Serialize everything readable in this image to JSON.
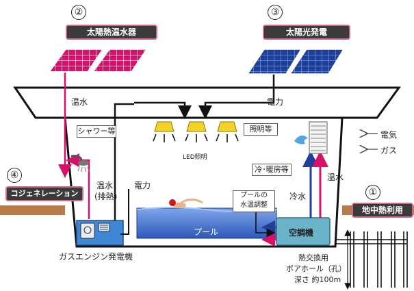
{
  "markers": {
    "m1": "①",
    "m2": "②",
    "m3": "③",
    "m4": "④"
  },
  "tags": {
    "solar_thermal": "太陽熱温水器",
    "solar_pv": "太陽光発電",
    "cogeneration": "コジェネレーション",
    "geothermal": "地中熱利用"
  },
  "labels": {
    "hot_water_top": "温水",
    "power_top": "電力",
    "shower": "シャワー等",
    "lighting": "照明等",
    "led": "LED照明",
    "electricity": "電気",
    "gas": "ガス",
    "cooling_heating": "冷･暖房等",
    "hot_water_right": "温水",
    "cold_water": "冷水",
    "hot_water_exhaust_1": "温水",
    "hot_water_exhaust_2": "(排熱)",
    "power_mid": "電力",
    "pool_temp_1": "プールの",
    "pool_temp_2": "水温調整",
    "pool": "プール",
    "aircon": "空調機",
    "gas_engine": "ガスエンジン発電機",
    "borehole_1": "熱交換用",
    "borehole_2": "ボアホール（孔）",
    "borehole_3": "深さ 約100m"
  },
  "colors": {
    "pink": "#d8106a",
    "blue": "#1f3f9a",
    "black": "#111111",
    "ground": "#b87a4a",
    "pool": "#3a68c8",
    "aircon": "#6bb3c9",
    "tag_bg": "#3a3a3a"
  }
}
